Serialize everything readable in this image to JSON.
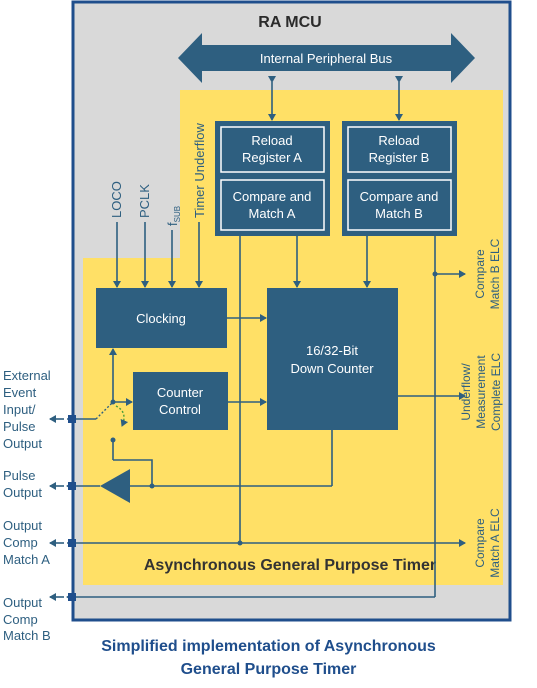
{
  "title": "RA MCU",
  "bus_label": "Internal Peripheral Bus",
  "region_label": "Asynchronous General Purpose Timer",
  "blocks": {
    "reload_a": [
      "Reload",
      "Register A"
    ],
    "compare_a": [
      "Compare and",
      "Match A"
    ],
    "reload_b": [
      "Reload",
      "Register B"
    ],
    "compare_b": [
      "Compare and",
      "Match B"
    ],
    "clocking": "Clocking",
    "counter_control": [
      "Counter",
      "Control"
    ],
    "down_counter": [
      "16/32-Bit",
      "Down Counter"
    ]
  },
  "clock_inputs": {
    "loco": "LOCO",
    "pclk": "PCLK",
    "fsub_main": "f",
    "fsub_sub": "SUB",
    "timer_underflow": "Timer Underflow"
  },
  "elc_outputs": {
    "compare_b_elc": [
      "Compare",
      "Match B ELC"
    ],
    "underflow_elc": [
      "Underflow/",
      "Measurement",
      "Complete ELC"
    ],
    "compare_a_elc": [
      "Compare",
      "Match A ELC"
    ]
  },
  "pins": {
    "external_event": [
      "External",
      "Event",
      "Input/",
      "Pulse",
      "Output"
    ],
    "pulse_output": [
      "Pulse",
      "Output"
    ],
    "output_comp_a": [
      "Output",
      "Comp",
      "Match A"
    ],
    "output_comp_b": [
      "Output",
      "Comp",
      "Match B"
    ]
  },
  "caption": [
    "Simplified implementation of Asynchronous",
    "General Purpose Timer"
  ],
  "colors": {
    "mcu_fill": "#d9d9d9",
    "mcu_border": "#1f4e8c",
    "timer_fill": "#ffe066",
    "block_fill": "#2e5f80",
    "line": "#2e5f80",
    "caption": "#1f4e8c"
  }
}
